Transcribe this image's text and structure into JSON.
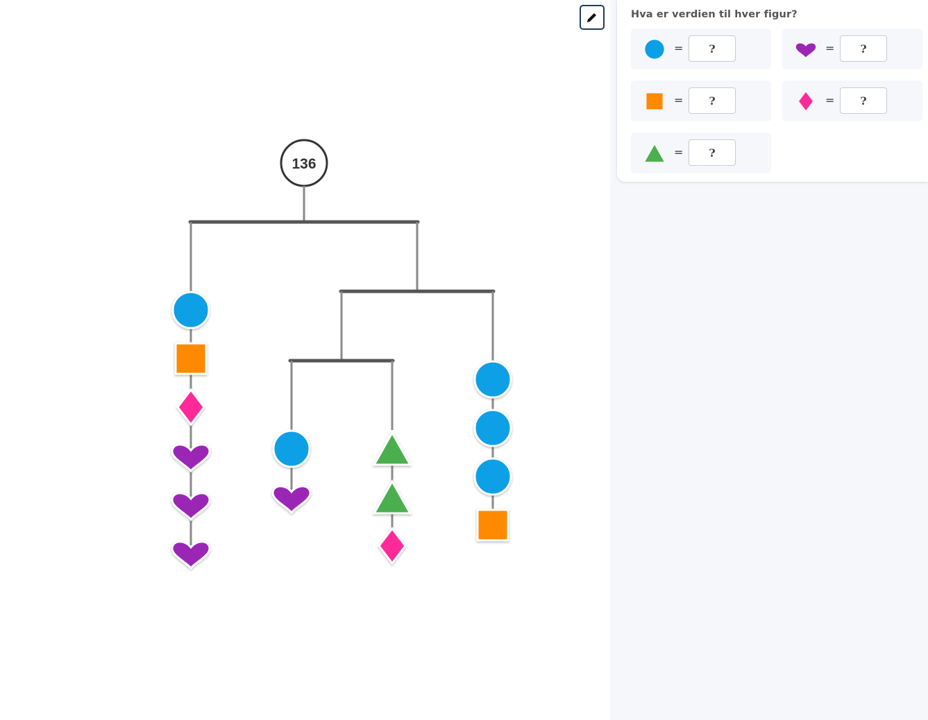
{
  "total": "136",
  "question": "Hva er verdien til hver figur?",
  "equals_sign": "=",
  "colors": {
    "circle": "#0aa0e6",
    "square": "#ff8a00",
    "diamond": "#ff2a9a",
    "heart": "#9b27b5",
    "triangle": "#4caf50",
    "beam": "#555555",
    "string": "#8a8a8a"
  },
  "answers": [
    {
      "shape": "circle",
      "value": "?"
    },
    {
      "shape": "heart",
      "value": "?"
    },
    {
      "shape": "square",
      "value": "?"
    },
    {
      "shape": "diamond",
      "value": "?"
    },
    {
      "shape": "triangle",
      "value": "?"
    }
  ],
  "mobile": {
    "branches": [
      {
        "name": "left-chain",
        "shapes": [
          "circle",
          "square",
          "diamond",
          "heart",
          "heart",
          "heart"
        ]
      },
      {
        "name": "inner-left-chain",
        "shapes": [
          "circle",
          "heart"
        ]
      },
      {
        "name": "inner-middle-chain",
        "shapes": [
          "triangle",
          "triangle",
          "diamond"
        ]
      },
      {
        "name": "right-chain",
        "shapes": [
          "circle",
          "circle",
          "circle",
          "square"
        ]
      }
    ]
  },
  "icons": {
    "edit": "pencil-icon"
  }
}
